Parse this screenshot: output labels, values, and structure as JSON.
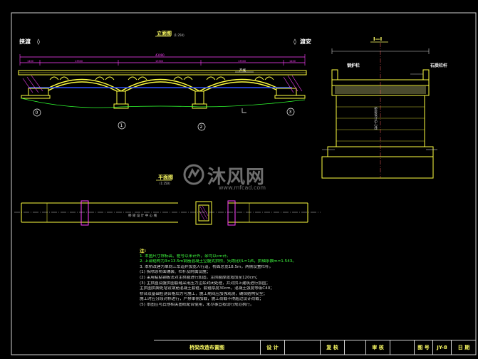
{
  "elevation": {
    "title": "立面图",
    "subtitle": "(1:250)",
    "left_label": "挟渡",
    "right_label": "渡安",
    "pier_marks": [
      "0",
      "1",
      "2",
      "3"
    ],
    "span_total": "43090",
    "sub_spans": [
      "1400",
      "13500",
      "13500",
      "13500",
      "1400"
    ],
    "midline_label": "严线"
  },
  "cross_section": {
    "title": "I—I",
    "rail_left": "钢护栏",
    "rail_right": "石质栏杆",
    "center_text": "桥梁设计中心线"
  },
  "plan": {
    "title": "平面图",
    "subtitle": "(1:250)",
    "center_text": "桥 梁 设 计 中 心 线"
  },
  "notes": {
    "heading": "注:",
    "lines": [
      "1. 本图尺寸除标高、桩号以米计外，余均以cm计。",
      "2. 上部结构为3×13.5m钢筋混凝土空腹式拱桥，矢跨比f/L=1/6，拱轴系数m=1.543。",
      "3. 本桥改建为单向三车道并加宽人行道，桥面总宽18.5m，两侧设置栏杆。",
      "(1) 拆除原桥面铺装、栏杆及附属设施；",
      "(2) 采用粘贴钢板法对主拱圈进行加固，主拱圈厚度增加至120cm；",
      "(3) 主拱圈及腹拱圈裂缝采用压力注浆封闭处理，并对拱上建筑进行加固；",
      "主拱圈拱脚处增设钢筋混凝土套箍，套箍厚度30cm，混凝土强度等级C40；",
      "桥台及基础检测合格后方可施工，施工期间应加强观测，确保结构安全；",
      "施工时应分段对称进行，严禁单侧加载，施工荷载不得超过设计荷载；",
      "(5) 本图应与其他相关图纸配合使用，未尽事宜按现行规范执行。"
    ]
  },
  "title_block": {
    "drawing_name": "桥梁改造布置图",
    "design_label": "设 计",
    "review_label": "复 核",
    "check_label": "审 核",
    "drawing_no_label": "图 号",
    "drawing_no": "JY-8",
    "date_label": "日 期"
  },
  "watermark": {
    "brand": "沐风网",
    "url": "www.mfcad.com"
  },
  "colors": {
    "background": "#000000",
    "frame": "#d0d0d0",
    "structure": "#ffff40",
    "dimension": "#ff40ff",
    "ground": "#30ff30",
    "water": "#3050ff",
    "accent": "#ff6060"
  }
}
